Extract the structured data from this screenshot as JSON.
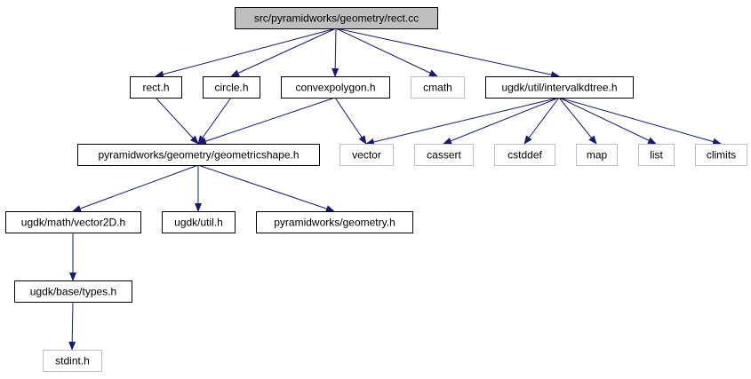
{
  "colors": {
    "root_fill": "#bfbfbf",
    "node_border": "#000000",
    "external_border": "#bfbfbf",
    "node_fill": "#ffffff",
    "edge": "#191970"
  },
  "nodes": [
    {
      "id": "rect_cc",
      "label": "src/pyramidworks/geometry/rect.cc",
      "kind": "root"
    },
    {
      "id": "rect_h",
      "label": "rect.h",
      "kind": "project"
    },
    {
      "id": "circle_h",
      "label": "circle.h",
      "kind": "project"
    },
    {
      "id": "convexpolygon_h",
      "label": "convexpolygon.h",
      "kind": "project"
    },
    {
      "id": "cmath",
      "label": "cmath",
      "kind": "external"
    },
    {
      "id": "intervalkdtree_h",
      "label": "ugdk/util/intervalkdtree.h",
      "kind": "project"
    },
    {
      "id": "geometricshape_h",
      "label": "pyramidworks/geometry/geometricshape.h",
      "kind": "project"
    },
    {
      "id": "vector",
      "label": "vector",
      "kind": "external"
    },
    {
      "id": "cassert",
      "label": "cassert",
      "kind": "external"
    },
    {
      "id": "cstddef",
      "label": "cstddef",
      "kind": "external"
    },
    {
      "id": "map",
      "label": "map",
      "kind": "external"
    },
    {
      "id": "list",
      "label": "list",
      "kind": "external"
    },
    {
      "id": "climits",
      "label": "climits",
      "kind": "external"
    },
    {
      "id": "vector2d_h",
      "label": "ugdk/math/vector2D.h",
      "kind": "project"
    },
    {
      "id": "util_h",
      "label": "ugdk/util.h",
      "kind": "project"
    },
    {
      "id": "geometry_h",
      "label": "pyramidworks/geometry.h",
      "kind": "project"
    },
    {
      "id": "types_h",
      "label": "ugdk/base/types.h",
      "kind": "project"
    },
    {
      "id": "stdint_h",
      "label": "stdint.h",
      "kind": "external"
    }
  ],
  "edges": [
    {
      "from": "rect_cc",
      "to": "rect_h"
    },
    {
      "from": "rect_cc",
      "to": "circle_h"
    },
    {
      "from": "rect_cc",
      "to": "convexpolygon_h"
    },
    {
      "from": "rect_cc",
      "to": "cmath"
    },
    {
      "from": "rect_cc",
      "to": "intervalkdtree_h"
    },
    {
      "from": "rect_h",
      "to": "geometricshape_h"
    },
    {
      "from": "circle_h",
      "to": "geometricshape_h"
    },
    {
      "from": "convexpolygon_h",
      "to": "geometricshape_h"
    },
    {
      "from": "convexpolygon_h",
      "to": "vector"
    },
    {
      "from": "intervalkdtree_h",
      "to": "vector"
    },
    {
      "from": "intervalkdtree_h",
      "to": "cassert"
    },
    {
      "from": "intervalkdtree_h",
      "to": "cstddef"
    },
    {
      "from": "intervalkdtree_h",
      "to": "map"
    },
    {
      "from": "intervalkdtree_h",
      "to": "list"
    },
    {
      "from": "intervalkdtree_h",
      "to": "climits"
    },
    {
      "from": "geometricshape_h",
      "to": "vector2d_h"
    },
    {
      "from": "geometricshape_h",
      "to": "util_h"
    },
    {
      "from": "geometricshape_h",
      "to": "geometry_h"
    },
    {
      "from": "vector2d_h",
      "to": "types_h"
    },
    {
      "from": "types_h",
      "to": "stdint_h"
    }
  ]
}
